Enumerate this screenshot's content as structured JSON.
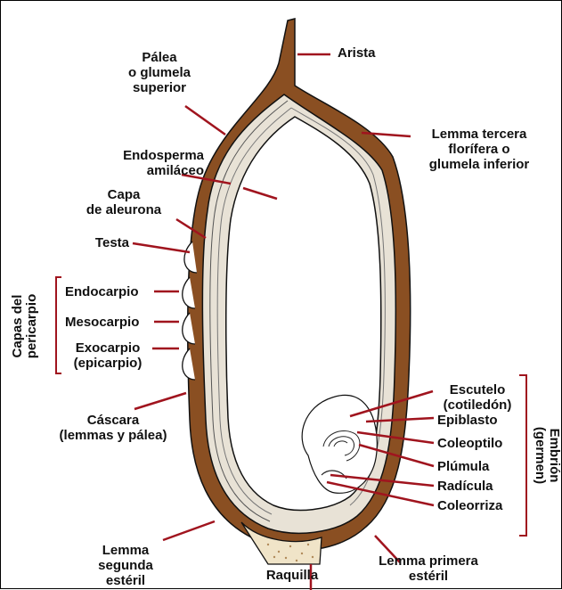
{
  "labels": {
    "arista": "Arista",
    "palea_1": "Pálea",
    "palea_2": "o glumela",
    "palea_3": "superior",
    "lemma_tercera_1": "Lemma tercera",
    "lemma_tercera_2": "florífera o",
    "lemma_tercera_3": "glumela inferior",
    "endosperma_1": "Endosperma",
    "endosperma_2": "amiláceo",
    "aleurona_1": "Capa",
    "aleurona_2": "de aleurona",
    "testa": "Testa",
    "endocarpio": "Endocarpio",
    "mesocarpio": "Mesocarpio",
    "exocarpio_1": "Exocarpio",
    "exocarpio_2": "(epicarpio)",
    "capas_1": "Capas del",
    "capas_2": "pericarpio",
    "cascara_1": "Cáscara",
    "cascara_2": "(lemmas y pálea)",
    "escutelo_1": "Escutelo",
    "escutelo_2": "(cotiledón)",
    "epiblasto": "Epiblasto",
    "coleoptilo": "Coleoptilo",
    "plumula": "Plúmula",
    "radicula": "Radícula",
    "coleorriza": "Coleorriza",
    "embrion_1": "Embrión",
    "embrion_2": "(germen)",
    "lemma_segunda_1": "Lemma",
    "lemma_segunda_2": "segunda",
    "lemma_segunda_3": "estéril",
    "raquilla": "Raquilla",
    "lemma_primera_1": "Lemma primera",
    "lemma_primera_2": "estéril"
  },
  "colors": {
    "leader_line": "#a0141e",
    "husk": "#8a4f22",
    "husk_dark": "#5e3214",
    "raquilla_fill": "#f0e4c8",
    "outline": "#111111"
  }
}
